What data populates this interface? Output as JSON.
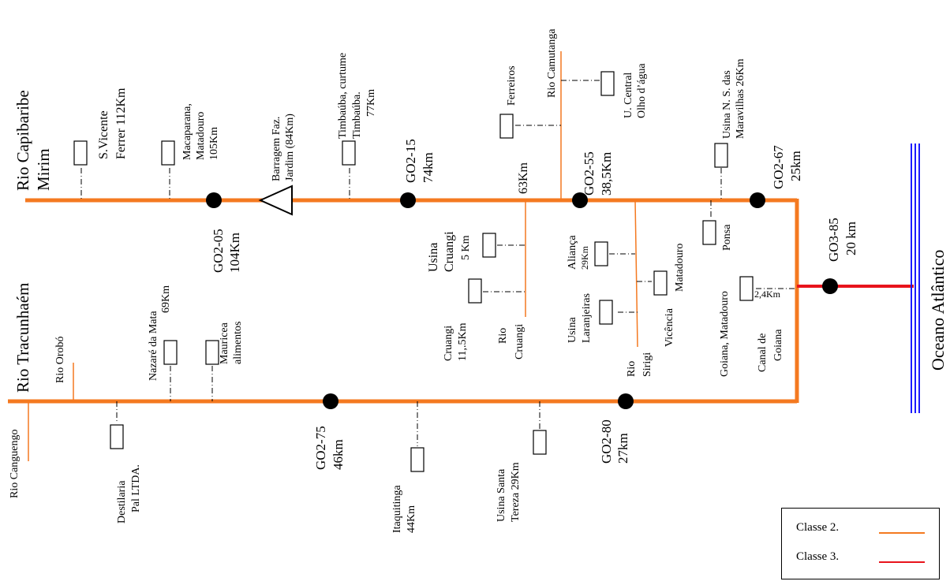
{
  "colors": {
    "class2": "#f47920",
    "class3": "#e8141c",
    "ocean": "#1a1aff",
    "node": "#000000"
  },
  "rivers": {
    "capibaribe_line1": "Rio Capibaribe",
    "capibaribe_line2": "Mirim",
    "tracunhaem": "Rio Tracunhaém",
    "ocean": "Oceano Atlântico"
  },
  "stations": {
    "go205_l1": "GO2-05",
    "go205_l2": "104Km",
    "go215_l1": "GO2-15",
    "go215_l2": "74km",
    "go255_l1": "GO2-55",
    "go255_l2": "38,5Km",
    "go267_l1": "GO2-67",
    "go267_l2": "25km",
    "go385_l1": "GO3-85",
    "go385_l2": "20 km",
    "go275_l1": "GO2-75",
    "go275_l2": "46km",
    "go280_l1": "GO2-80",
    "go280_l2": "27km"
  },
  "labels": {
    "svicente_l1": "S.Vicente",
    "svicente_l2": "Ferrer 112Km",
    "macaparana_l1": "Macaparana,",
    "macaparana_l2": "Matadouro",
    "macaparana_l3": "105Km",
    "barragem_l1": "Barragem Faz.",
    "barragem_l2": "Jardim (84Km)",
    "timbauba_l1": "Timbaúba, curtume",
    "timbauba_l2": "Timbaúba.",
    "timbauba_l3": "77Km",
    "ferreiros": "Ferreiros",
    "camutanga": "Rio Camutanga",
    "ucentral_l1": "U. Central",
    "ucentral_l2": "Olho d’água",
    "usina_ns_l1": "Usina N. S. das",
    "usina_ns_l2": "Maravilhas 26Km",
    "km63": "63Km",
    "usina_cruangi_l1": "Usina",
    "usina_cruangi_l2": "Cruangi",
    "usina_cruangi_l3": "5 Km",
    "cruangi_l1": "Cruangi",
    "cruangi_l2": "11,.5Km",
    "rio_cruangi_l1": "Rio",
    "rio_cruangi_l2": "Cruangi",
    "alianca_l1": "Aliança",
    "alianca_l2": "29Km",
    "usina_lar_l1": "Usina",
    "usina_lar_l2": "Laranjeiras",
    "rio_sirigi_l1": "Rio",
    "rio_sirigi_l2": "Sirigi",
    "vicencia": "Vicência",
    "matadouro": "Matadouro",
    "ponsa": "Ponsa",
    "goiana_mat": "Goiana, Matadouro",
    "km24": "2,4Km",
    "canal_l1": "Canal de",
    "canal_l2": "Goiana",
    "nazare_l1": "Nazaré da Mata",
    "nazare_l2": "69Km",
    "mauricea_l1": "Mauricea",
    "mauricea_l2": "alimentos",
    "oroba": "Rio Orobó",
    "canguengo": "Rio Canguengo",
    "destilaria_l1": "Destilaria",
    "destilaria_l2": "Pal LTDA.",
    "itaquitinga_l1": "Itaquitinga",
    "itaquitinga_l2": "44Km",
    "santa_tereza_l1": "Usina Santa",
    "santa_tereza_l2": "Tereza 29Km"
  },
  "legend": {
    "class2": "Classe 2.",
    "class3": "Classe 3."
  }
}
